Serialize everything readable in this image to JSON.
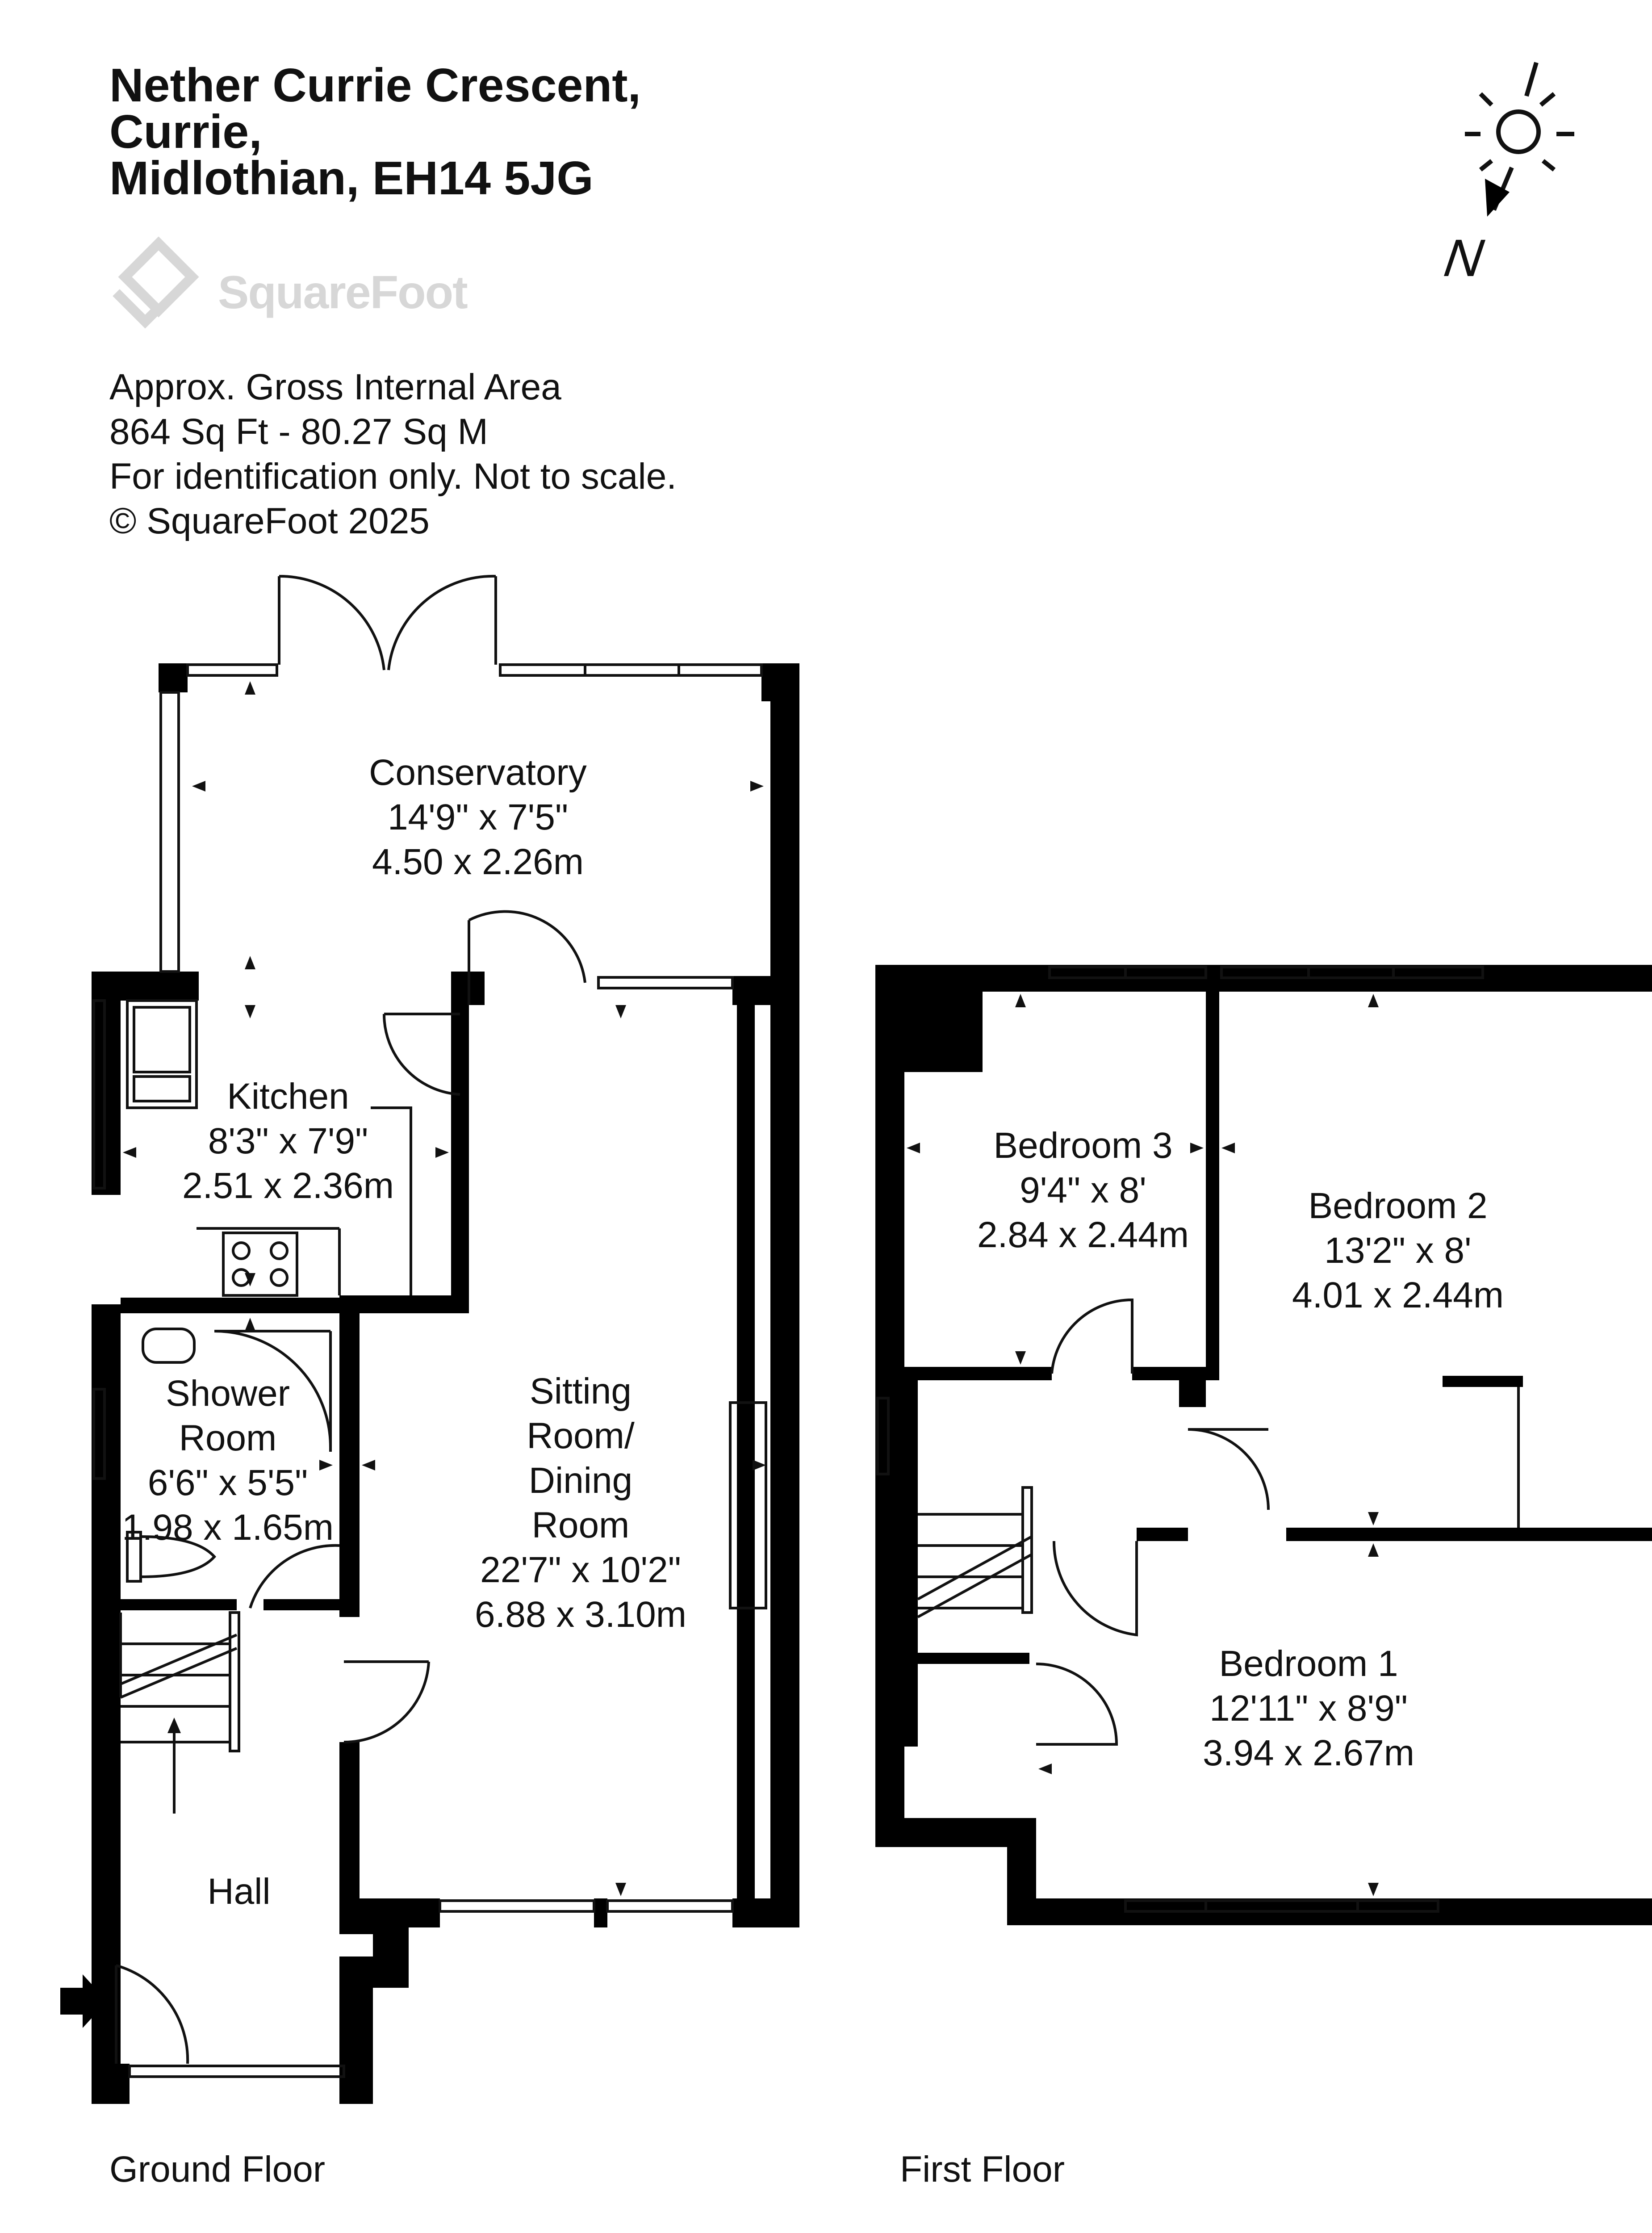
{
  "address": {
    "line1": "Nether Currie Crescent,",
    "line2": "Currie,",
    "line3": "Midlothian, EH14 5JG"
  },
  "brand": {
    "name": "SquareFoot",
    "logo_color": "#d7d7d7"
  },
  "area_info": {
    "line1": "Approx. Gross Internal Area",
    "line2": "864 Sq Ft  -  80.27 Sq M",
    "line3": "For identification only. Not to scale.",
    "line4": "© SquareFoot 2025"
  },
  "compass": {
    "label": "N",
    "icon": "sun-compass-icon"
  },
  "floors": [
    {
      "label": "Ground Floor"
    },
    {
      "label": "First Floor"
    }
  ],
  "rooms": {
    "conservatory": {
      "name": "Conservatory",
      "imperial": "14'9\" x 7'5\"",
      "metric": "4.50 x 2.26m"
    },
    "kitchen": {
      "name": "Kitchen",
      "imperial": "8'3\" x 7'9\"",
      "metric": "2.51 x 2.36m"
    },
    "shower_room": {
      "name1": "Shower",
      "name2": "Room",
      "imperial": "6'6\" x 5'5\"",
      "metric": "1.98 x 1.65m"
    },
    "sitting_room": {
      "name1": "Sitting",
      "name2": "Room/",
      "name3": "Dining",
      "name4": "Room",
      "imperial": "22'7\" x 10'2\"",
      "metric": "6.88 x 3.10m"
    },
    "hall": {
      "name": "Hall"
    },
    "bedroom3": {
      "name": "Bedroom 3",
      "imperial": "9'4\" x 8'",
      "metric": "2.84 x 2.44m"
    },
    "bedroom2": {
      "name": "Bedroom 2",
      "imperial": "13'2\" x 8'",
      "metric": "4.01 x 2.44m"
    },
    "bedroom1": {
      "name": "Bedroom 1",
      "imperial": "12'11\" x 8'9\"",
      "metric": "3.94 x 2.67m"
    }
  },
  "colors": {
    "wall": "#000000",
    "background": "#ffffff",
    "line": "#111111"
  }
}
